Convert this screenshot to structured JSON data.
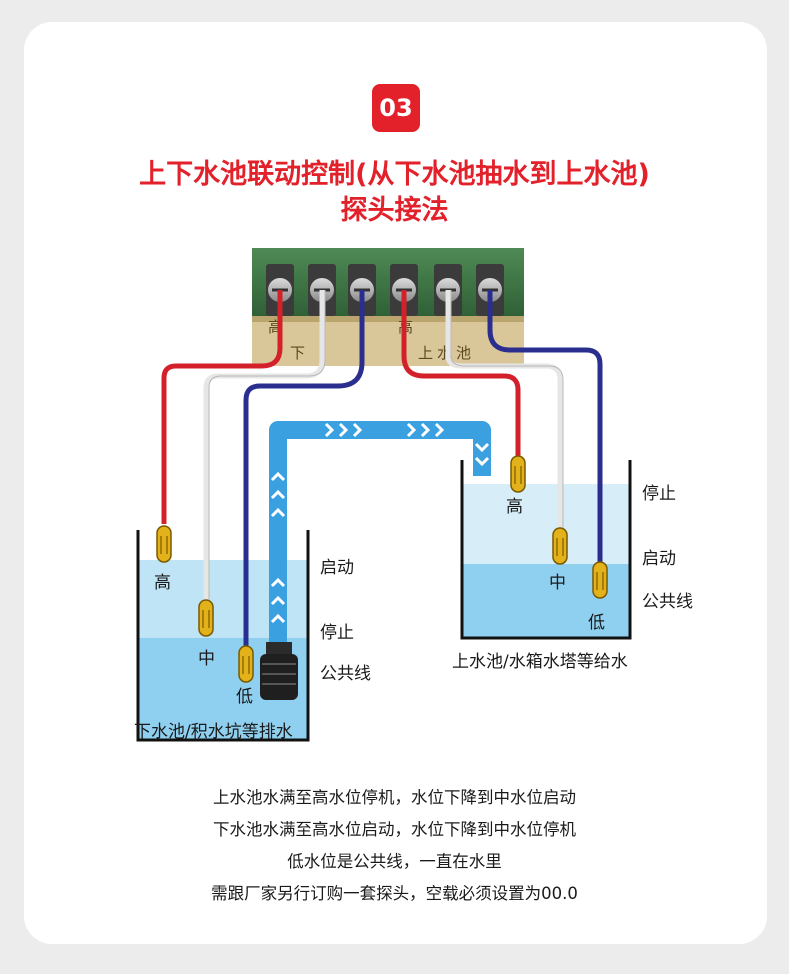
{
  "step_badge": "03",
  "title_line1": "上下水池联动控制(从下水池抽水到上水池)",
  "title_line2": "探头接法",
  "terminal": {
    "left_group_label": "下",
    "right_group_label": "上水池",
    "left_cut_char": "高",
    "right_cut_char": "高"
  },
  "lower_tank": {
    "caption": "下水池/积水坑等排水",
    "probe_high": "高",
    "probe_mid": "中",
    "probe_low": "低",
    "side_start": "启动",
    "side_stop": "停止",
    "side_common": "公共线"
  },
  "upper_tank": {
    "caption": "上水池/水箱水塔等给水",
    "probe_high": "高",
    "probe_mid": "中",
    "probe_low": "低",
    "side_stop": "停止",
    "side_start": "启动",
    "side_common": "公共线"
  },
  "notes": [
    "上水池水满至高水位停机，水位下降到中水位启动",
    "下水池水满至高水位启动，水位下降到中水位停机",
    "低水位是公共线，一直在水里",
    "需跟厂家另行订购一套探头，空载必须设置为00.0"
  ],
  "colors": {
    "accent_red": "#e2212b",
    "wire_red": "#d3202a",
    "wire_white": "#e6e6e6",
    "wire_blue": "#2a2f8f",
    "water": "#8fd0f0",
    "pipe": "#3aa0e0"
  }
}
